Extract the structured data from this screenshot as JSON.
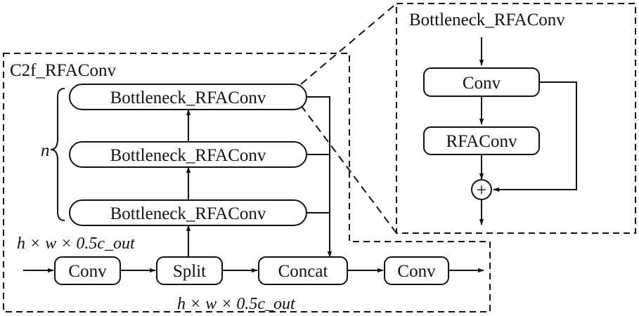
{
  "diagram": {
    "main_block": {
      "title": "C2f_RFAConv"
    },
    "detail_block": {
      "title": "Bottleneck_RFAConv"
    },
    "repeat_label": "n",
    "nodes": {
      "conv_in": "Conv",
      "split": "Split",
      "concat": "Concat",
      "conv_out": "Conv",
      "bottleneck_1": "Bottleneck_RFAConv",
      "bottleneck_2": "Bottleneck_RFAConv",
      "bottleneck_3": "Bottleneck_RFAConv",
      "detail_conv": "Conv",
      "detail_rfaconv": "RFAConv",
      "add_op": "+"
    },
    "annotations": {
      "split_branch": "h × w × 0.5c_out",
      "concat_branch": "h × w × 0.5c_out"
    }
  }
}
